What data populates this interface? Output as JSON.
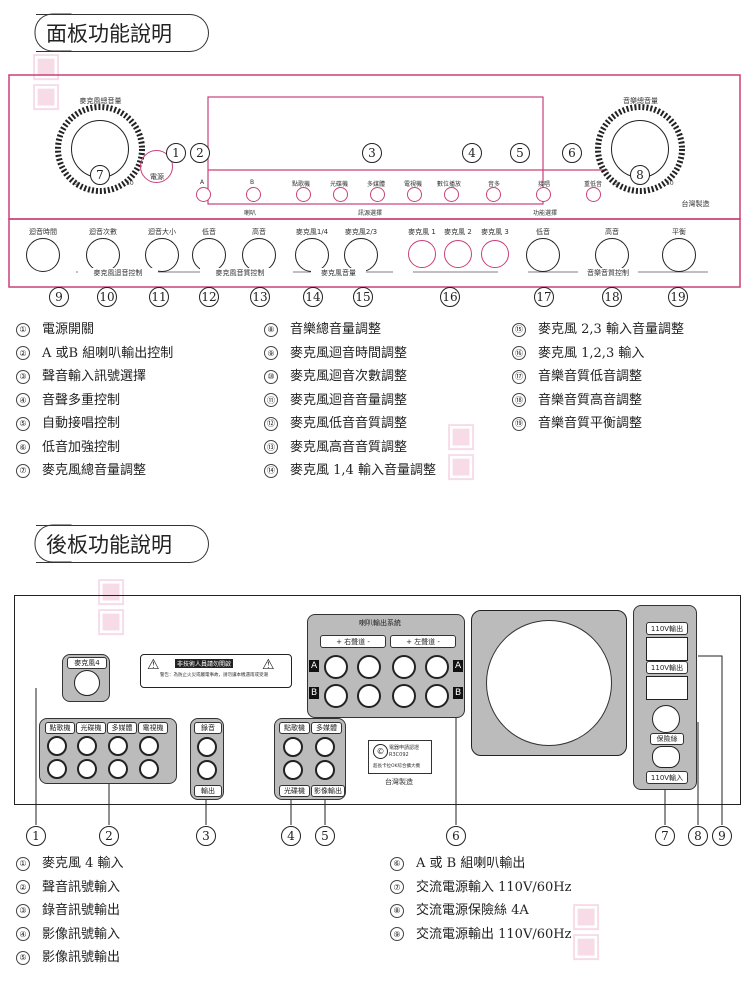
{
  "front_title": "面板功能說明",
  "back_title": "後板功能說明",
  "front_panel": {
    "mic_master_label": "麥克風總音量",
    "music_master_label": "音樂總音量",
    "power_label": "電源",
    "scale_min": "0",
    "scale_max": "10",
    "spk_a": "A",
    "spk_b": "B",
    "spk_group_label": "喇叭",
    "inputs": [
      "點歌機",
      "光碟機",
      "多媒體",
      "電視機",
      "數位播放"
    ],
    "inputs_group_label": "訊源選擇",
    "fn_buttons": [
      "音多",
      "接唱",
      "重低音"
    ],
    "fn_group_label": "功能選擇",
    "made_in": "台灣製造",
    "lower_knobs": [
      "迴音時間",
      "迴音次數",
      "迴音大小",
      "低音",
      "高音",
      "麥克風1/4",
      "麥克風2/3"
    ],
    "mic_inputs": [
      "麥克風 1",
      "麥克風 2",
      "麥克風 3"
    ],
    "music_knobs": [
      "低音",
      "高音",
      "平衡"
    ],
    "group_mic_echo": "麥克風迴音控制",
    "group_mic_tone": "麥克風音質控制",
    "group_mic_vol": "麥克風音量",
    "group_music_tone": "音樂音質控制",
    "callouts": [
      "1",
      "2",
      "3",
      "4",
      "5",
      "6",
      "7",
      "8",
      "9",
      "10",
      "11",
      "12",
      "13",
      "14",
      "15",
      "16",
      "17",
      "18",
      "19"
    ]
  },
  "front_list": [
    [
      "①",
      "電源開關"
    ],
    [
      "②",
      "A 或B 組喇叭輸出控制"
    ],
    [
      "③",
      "聲音輸入訊號選擇"
    ],
    [
      "④",
      "音聲多重控制"
    ],
    [
      "⑤",
      "自動接唱控制"
    ],
    [
      "⑥",
      "低音加強控制"
    ],
    [
      "⑦",
      "麥克風總音量調整"
    ],
    [
      "⑧",
      "音樂總音量調整"
    ],
    [
      "⑨",
      "麥克風迴音時間調整"
    ],
    [
      "⑩",
      "麥克風迴音次數調整"
    ],
    [
      "⑪",
      "麥克風迴音音量調整"
    ],
    [
      "⑫",
      "麥克風低音音質調整"
    ],
    [
      "⑬",
      "麥克風高音音質調整"
    ],
    [
      "⑭",
      "麥克風 1,4 輸入音量調整"
    ],
    [
      "⑮",
      "麥克風 2,3 輸入音量調整"
    ],
    [
      "⑯",
      "麥克風 1,2,3 輸入"
    ],
    [
      "⑰",
      "音樂音質低音調整"
    ],
    [
      "⑱",
      "音樂音質高音調整"
    ],
    [
      "⑲",
      "音樂音質平衡調整"
    ]
  ],
  "back_panel": {
    "mic4_label": "麥克風4",
    "warning_text_1": "非技術人員請勿開啟",
    "warning_text_2": "警告：為防止火災或觸電事故，請勿讓本機遇雨或受潮",
    "audio_in_labels": [
      "點歌機",
      "光碟機",
      "多媒體",
      "電視機"
    ],
    "rec_label": "錄音",
    "rec_out_label": "輸出",
    "video_labels": [
      "點歌機",
      "多媒體",
      "光碟機"
    ],
    "video_out_label": "影像輸出",
    "speaker_box_title": "喇叭輸出系統",
    "right_ch": "+ 右聲道 -",
    "left_ch": "+ 左聲道 -",
    "row_a": "A",
    "row_b": "B",
    "cert_line1": "電器申請認證",
    "cert_line2": "R3C092",
    "cert_line3": "超長卡拉OK綜合擴大機",
    "made_in": "台灣製造",
    "ac_out_1": "110V輸出",
    "ac_out_2": "110V輸出",
    "fuse_label": "保險絲",
    "ac_in_label": "110V輸入",
    "callouts": [
      "1",
      "2",
      "3",
      "4",
      "5",
      "6",
      "7",
      "8",
      "9"
    ]
  },
  "back_list_left": [
    [
      "①",
      "麥克風 4 輸入"
    ],
    [
      "②",
      "聲音訊號輸入"
    ],
    [
      "③",
      "錄音訊號輸出"
    ],
    [
      "④",
      "影像訊號輸入"
    ],
    [
      "⑤",
      "影像訊號輸出"
    ]
  ],
  "back_list_right": [
    [
      "⑥",
      "A 或 B 組喇叭輸出"
    ],
    [
      "⑦",
      "交流電源輸入 110V/60Hz"
    ],
    [
      "⑧",
      "交流電源保險絲 4A"
    ],
    [
      "⑨",
      "交流電源輸出 110V/60Hz"
    ]
  ],
  "colors": {
    "accent_pink": "#c9407a",
    "panel_gray": "#bbbbbb",
    "watermark": "#f2c6d8"
  }
}
